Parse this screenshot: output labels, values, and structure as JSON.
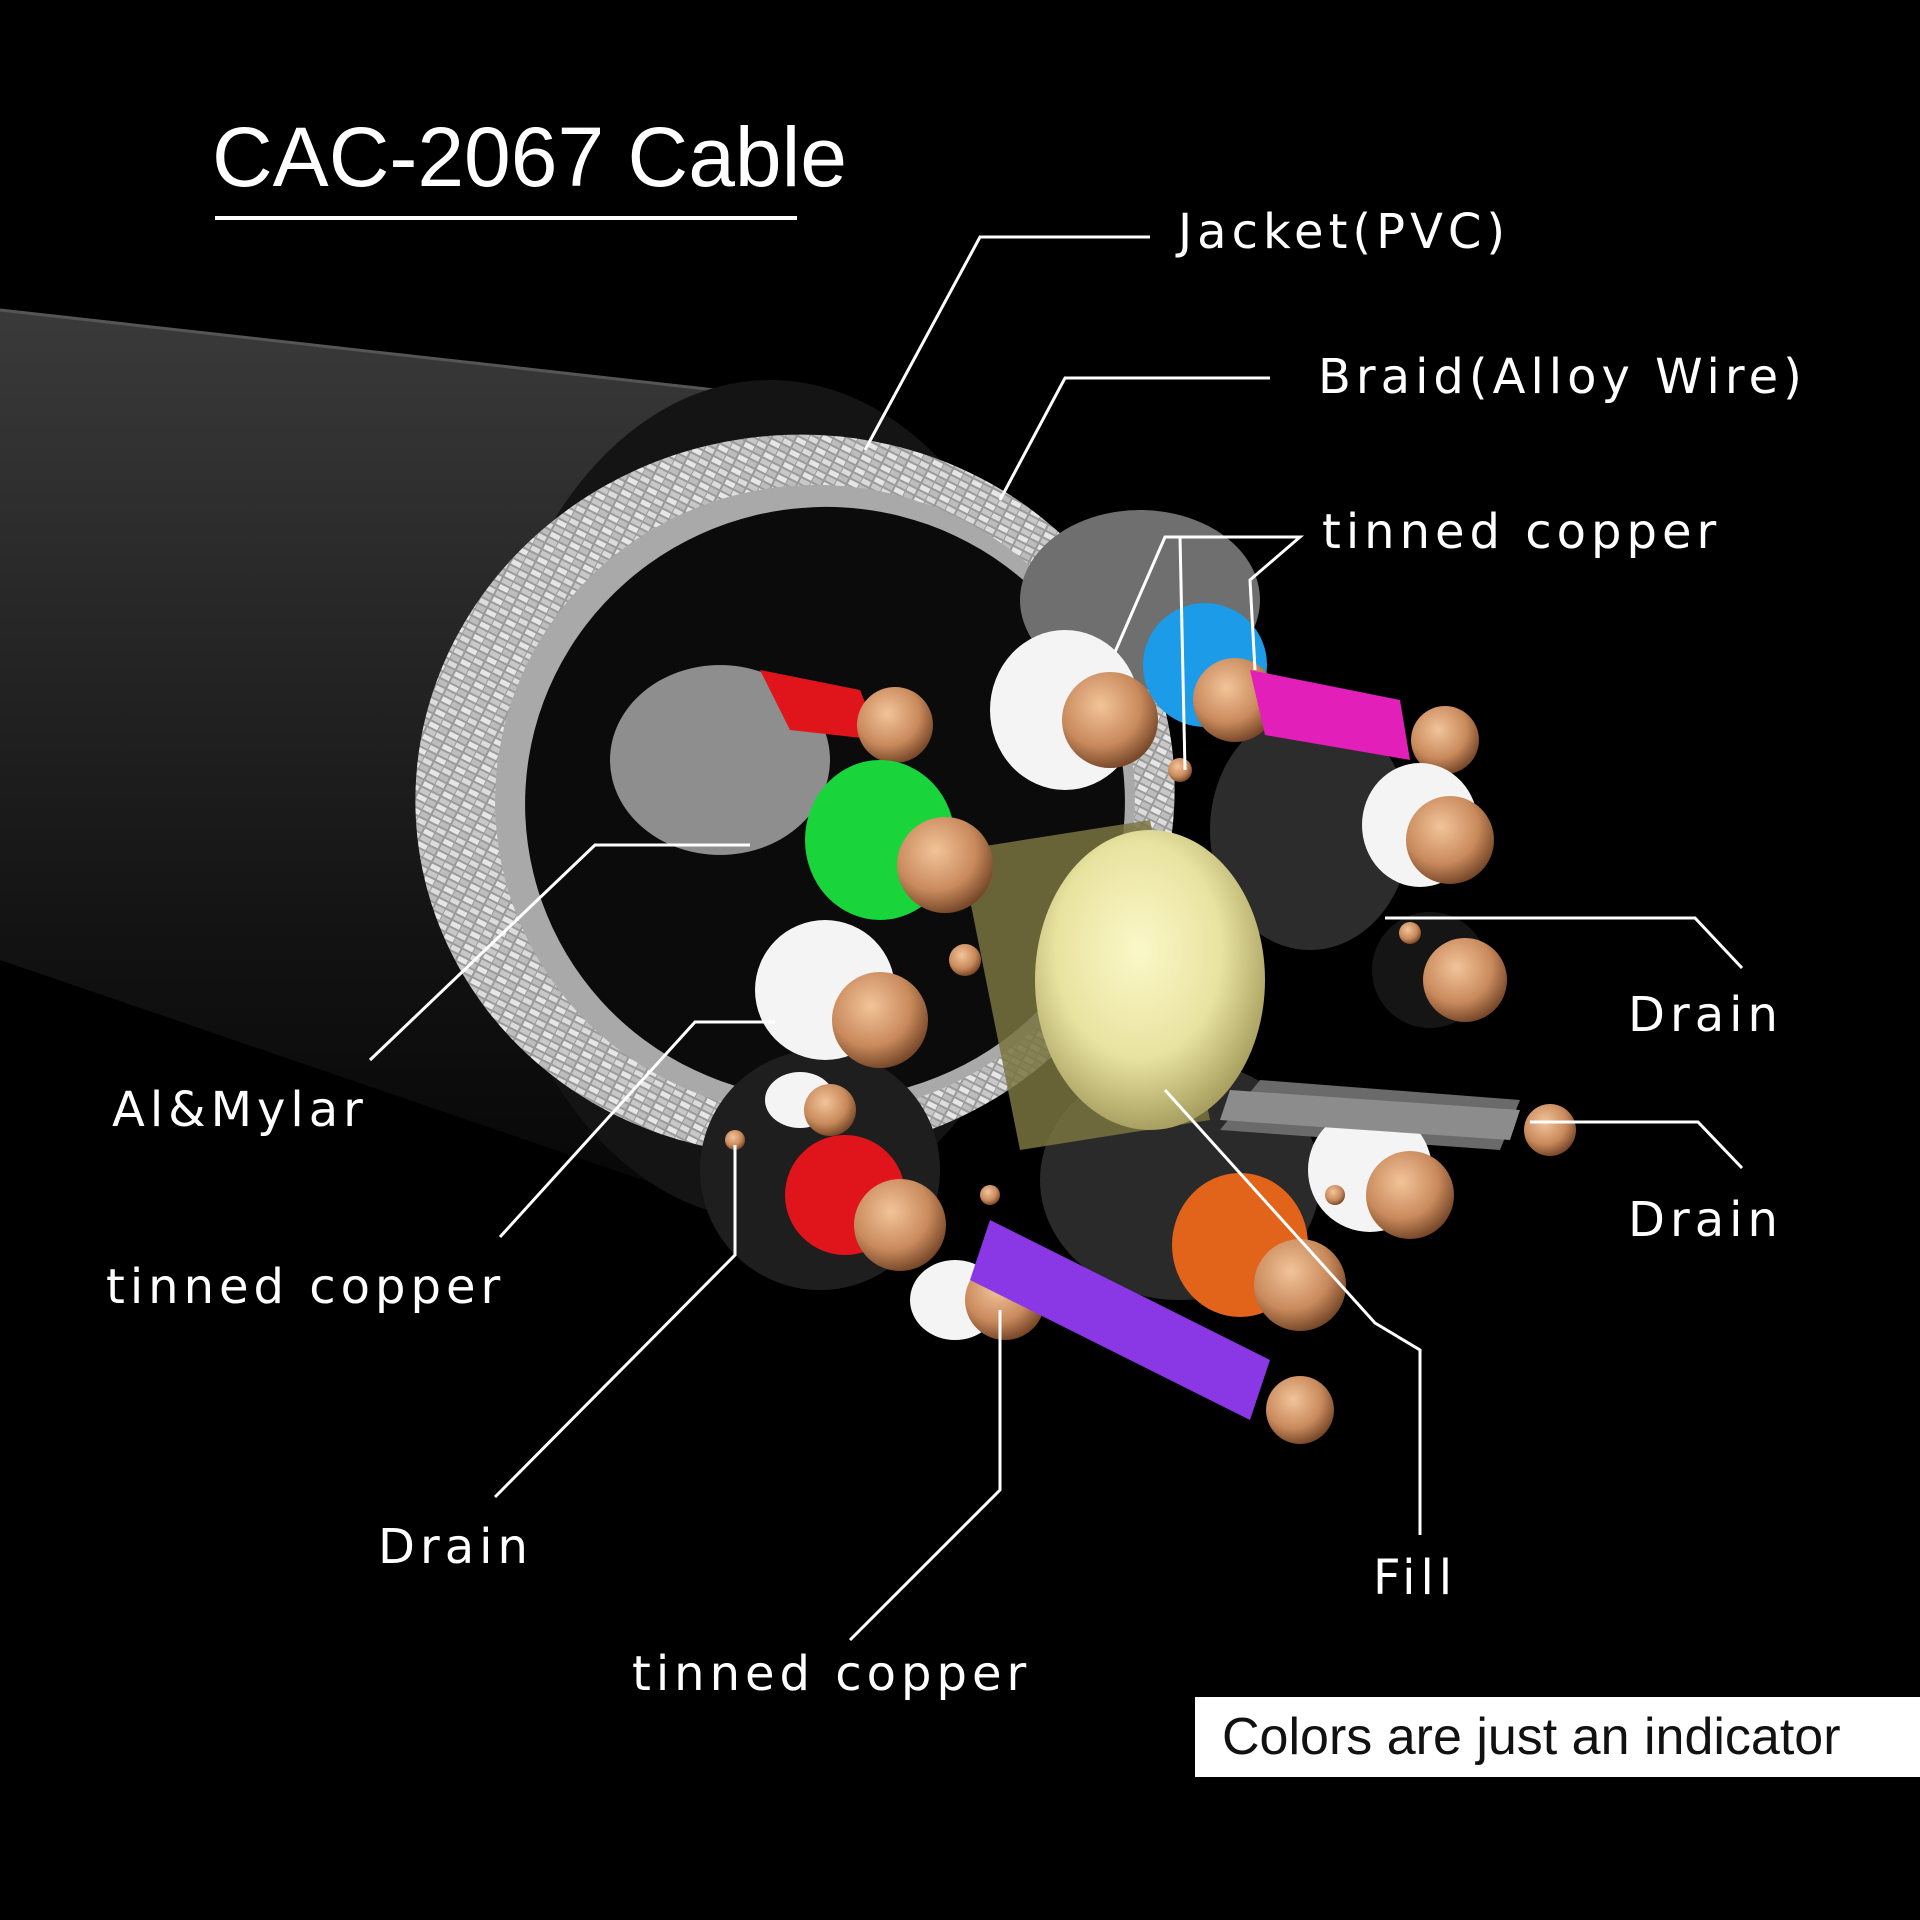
{
  "title": "CAC-2067 Cable",
  "labels": {
    "jacket": "Jacket(PVC)",
    "braid": "Braid(Alloy Wire)",
    "tinned_copper_top": "tinned copper",
    "drain_right_1": "Drain",
    "drain_right_2": "Drain",
    "al_mylar": "Al&Mylar",
    "tinned_copper_left": "tinned copper",
    "drain_bottom": "Drain",
    "fill": "Fill",
    "tinned_copper_bottom": "tinned copper"
  },
  "note": "Colors are just an indicator",
  "conductor_colors": {
    "red": "#e0141b",
    "blue": "#1b9be8",
    "magenta": "#e21fb8",
    "green": "#19d43a",
    "orange": "#e2641a",
    "purple": "#8a38e6",
    "white": "#f4f4f4",
    "black": "#151515",
    "fill": "#e9e3a0",
    "copper": "#c98a5c",
    "braid": "#c8c8c8",
    "jacket": "#1f1f1f"
  }
}
